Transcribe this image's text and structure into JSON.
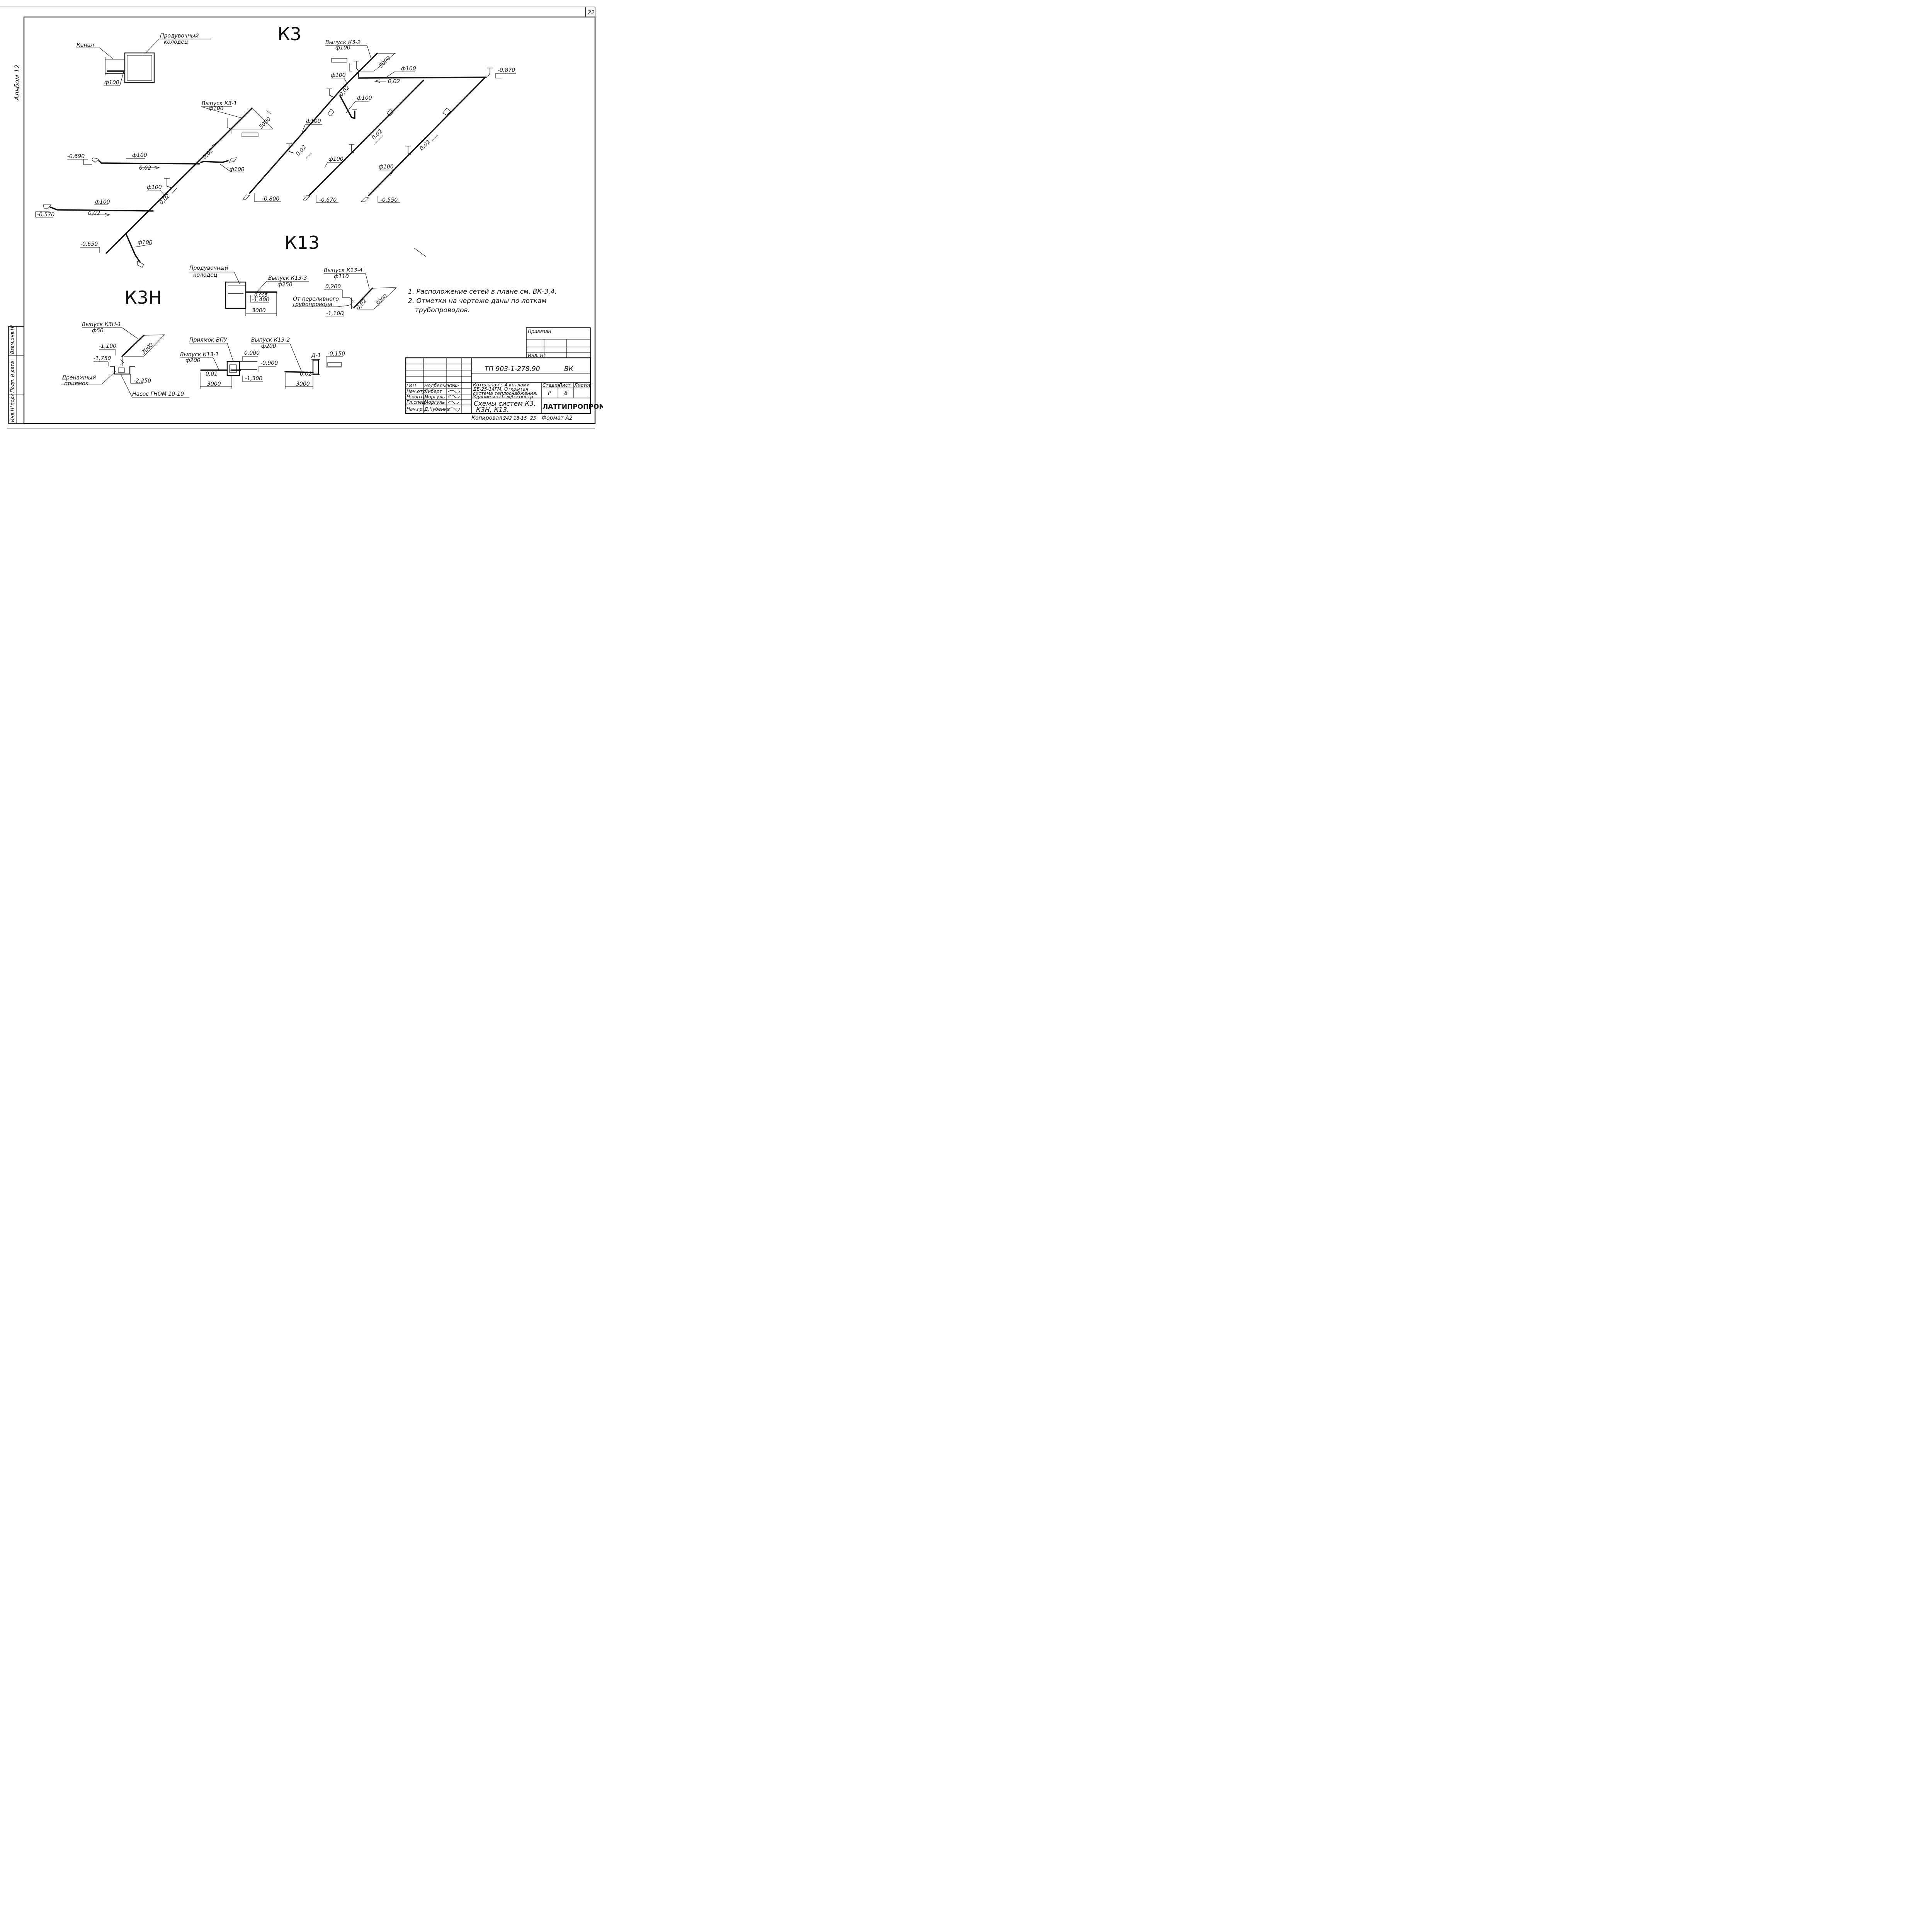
{
  "sheet_number": "22",
  "album": "Альбом 12",
  "sections": {
    "k3": "К3",
    "k13": "К13",
    "k3n": "К3Н"
  },
  "k3": {
    "kanal": "Канал",
    "produv_line1": "Продувочный",
    "produv_line2": "колодец",
    "d100_well": "ф100",
    "vypusk_k3_1": "Выпуск К3-1",
    "vypusk_k3_1_d": "ф100",
    "vypusk_k3_2": "Выпуск К3-2",
    "vypusk_k3_2_d": "ф100",
    "len_3000_a": "3000",
    "len_3000_b": "3000",
    "slope_a": "0,02",
    "slope_b": "0,02",
    "slope_c": "0,02",
    "slope_d": "0,02",
    "slope_e": "0,02",
    "slope_f": "0,02",
    "slope_g": "0,02",
    "slope_h": "0,02",
    "slope_i": "0,02",
    "slope_j": "0,02",
    "mark_0690": "-0,690",
    "mark_0570": "-0,570",
    "mark_0650": "-0,650",
    "mark_0800": "-0,800",
    "mark_0670": "-0,670",
    "mark_0550": "-0,550",
    "mark_0870": "-0,870",
    "d100_1": "ф100",
    "d100_2": "ф100",
    "d100_3": "ф100",
    "d100_4": "ф100",
    "d100_5": "ф100",
    "d100_6": "ф100",
    "d100_7": "ф100",
    "d100_8": "ф100",
    "d100_9": "ф100",
    "d100_10": "ф100",
    "d100_11": "ф100",
    "d100_12": "ф100"
  },
  "k13": {
    "produv_line1": "Продувочный",
    "produv_line2": "колодец",
    "vypusk_k13_3": "Выпуск К13-3",
    "vypusk_k13_3_d": "ф250",
    "slope_0005": "0,005",
    "mark_1400": "-1,400",
    "len_3000": "3000",
    "vypusk_k13_4": "Выпуск К13-4",
    "vypusk_k13_4_d": "ф110",
    "mark_0200": "0,200",
    "overflow_line1": "От переливного",
    "overflow_line2": "трубопровода",
    "mark_1100": "-1,100",
    "slope_k13_4": "0,02",
    "len_3000_k13_4": "3000"
  },
  "k3n": {
    "vypusk_k3n_1": "Выпуск К3Н-1",
    "vypusk_k3n_1_d": "ф50",
    "mark_1100": "-1,100",
    "mark_1750": "-1,750",
    "mark_2250": "-2,250",
    "len_3000": "3000",
    "drain_line1": "Дренажный",
    "drain_line2": "приямок",
    "pump": "Насос ГНОМ 10-10",
    "pit_vpu": "Приямок ВПУ",
    "vypusk_k13_1": "Выпуск К13-1",
    "vypusk_k13_1_d": "ф200",
    "slope_k13_1": "0,01",
    "len_k13_1": "3000",
    "mark_0000": "0,000",
    "mark_0900": "-0,900",
    "mark_1300": "-1,300",
    "vypusk_k13_2": "Выпуск К13-2",
    "vypusk_k13_2_d": "ф200",
    "slope_k13_2": "0,02",
    "len_k13_2": "3000",
    "d1": "Д-1",
    "mark_0150": "-0,150"
  },
  "notes": [
    "1. Расположение сетей в плане см. ВК-3,4.",
    "2. Отметки на чертеже даны по лоткам",
    "трубопроводов."
  ],
  "stamp": {
    "privyazan": "Привязан",
    "inv": "Инв. Н°",
    "code": "ТП 903-1-278.90",
    "mark": "ВК",
    "roles": [
      "ГИП",
      "Нач.отд.",
      "Н.контр.",
      "Гл.спец.",
      "Нач.гр."
    ],
    "names": [
      "Нодбельский",
      "Либерт",
      "Моргуль",
      "Моргуль",
      "Д.Чубенко"
    ],
    "object_line1": "Котельная с 4 котлами",
    "object_line2": "ДЕ-25-14ГМ. Открытая",
    "object_line3": "система теплоснабжения.",
    "object_line4": "Здание из сб.ж/б констр.",
    "stadia_h": "Стадия",
    "list_h": "Лист",
    "listov_h": "Листов",
    "stadia": "Р",
    "list": "8",
    "title_line1": "Схемы систем К3,",
    "title_line2": "К3Н, К13.",
    "org": "ЛАТГИПРОПРОМ",
    "kopiroval": "Копировал:",
    "order_no": "242 18-15",
    "format_n": "23",
    "format": "Формат А2"
  },
  "side": {
    "labels": [
      "Инв.Н°подл.",
      "Подп. и дата",
      "Взам.инв.Н°"
    ]
  }
}
